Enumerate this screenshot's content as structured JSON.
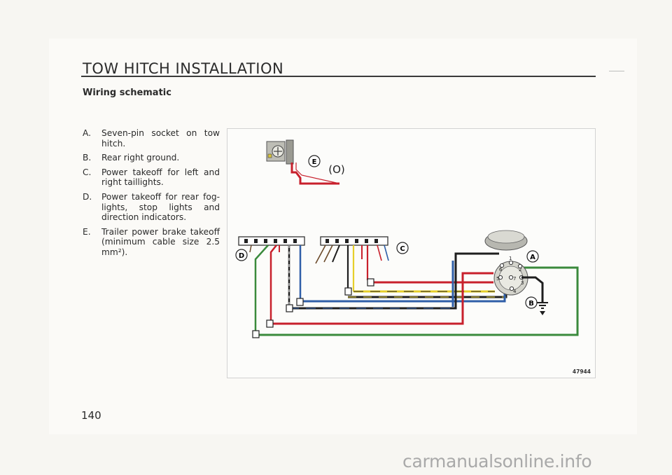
{
  "page": {
    "title": "TOW HITCH INSTALLATION",
    "subtitle": "Wiring schematic",
    "page_number": "140"
  },
  "legend": [
    {
      "key": "A.",
      "text": "Seven-pin socket on tow hitch."
    },
    {
      "key": "B.",
      "text": "Rear right ground."
    },
    {
      "key": "C.",
      "text": "Power takeoff for left and right taillights."
    },
    {
      "key": "D.",
      "text": "Power takeoff for rear fog-lights, stop lights and direction indicators."
    },
    {
      "key": "E.",
      "text": "Trailer power brake takeoff (minimum cable size 2.5 mm²)."
    }
  ],
  "figure": {
    "number": "47944",
    "callouts": {
      "a": "A",
      "b": "B",
      "c": "C",
      "d": "D",
      "e": "E"
    },
    "bulb_symbol": "(O)",
    "pin_numbers": [
      "1",
      "2",
      "3",
      "4",
      "5",
      "6",
      "7"
    ],
    "wire_colors": {
      "red": "#c8202c",
      "blue": "#2f5fa8",
      "green": "#3a8a3c",
      "yellow": "#e6cf2a",
      "black": "#1e1e1e",
      "brown": "#6b4a2a"
    }
  },
  "watermark": "carmanualsonline.info"
}
